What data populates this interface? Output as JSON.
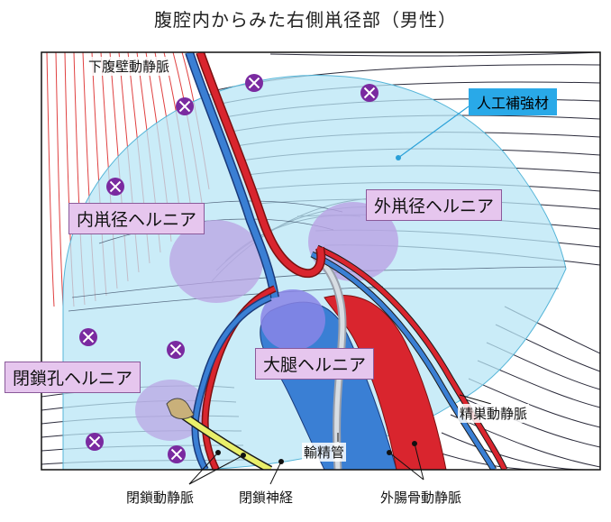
{
  "title": "腹腔内からみた右側鼡径部（男性）",
  "labels": {
    "inferior_epigastric": "下腹壁動静脈",
    "artificial_mesh": "人工補強材",
    "indirect_hernia": "外鼡径ヘルニア",
    "direct_hernia": "内鼡径ヘルニア",
    "femoral_hernia": "大腿ヘルニア",
    "obturator_hernia": "閉鎖孔ヘルニア",
    "testicular_vessels": "精巣動静脈",
    "vas_deferens": "輸精管",
    "obturator_vessels": "閉鎖動静脈",
    "obturator_nerve": "閉鎖神経",
    "external_iliac": "外腸骨動静脈"
  },
  "colors": {
    "artery": "#d9252e",
    "vein": "#3a7fd4",
    "mesh": "#b8e6f5",
    "hernia": "#b9a3e3",
    "callout": "#e6c6ee",
    "tag": "#29a9e8",
    "marker": "#7a2aa0"
  },
  "markers": [
    "fixation-marker"
  ]
}
